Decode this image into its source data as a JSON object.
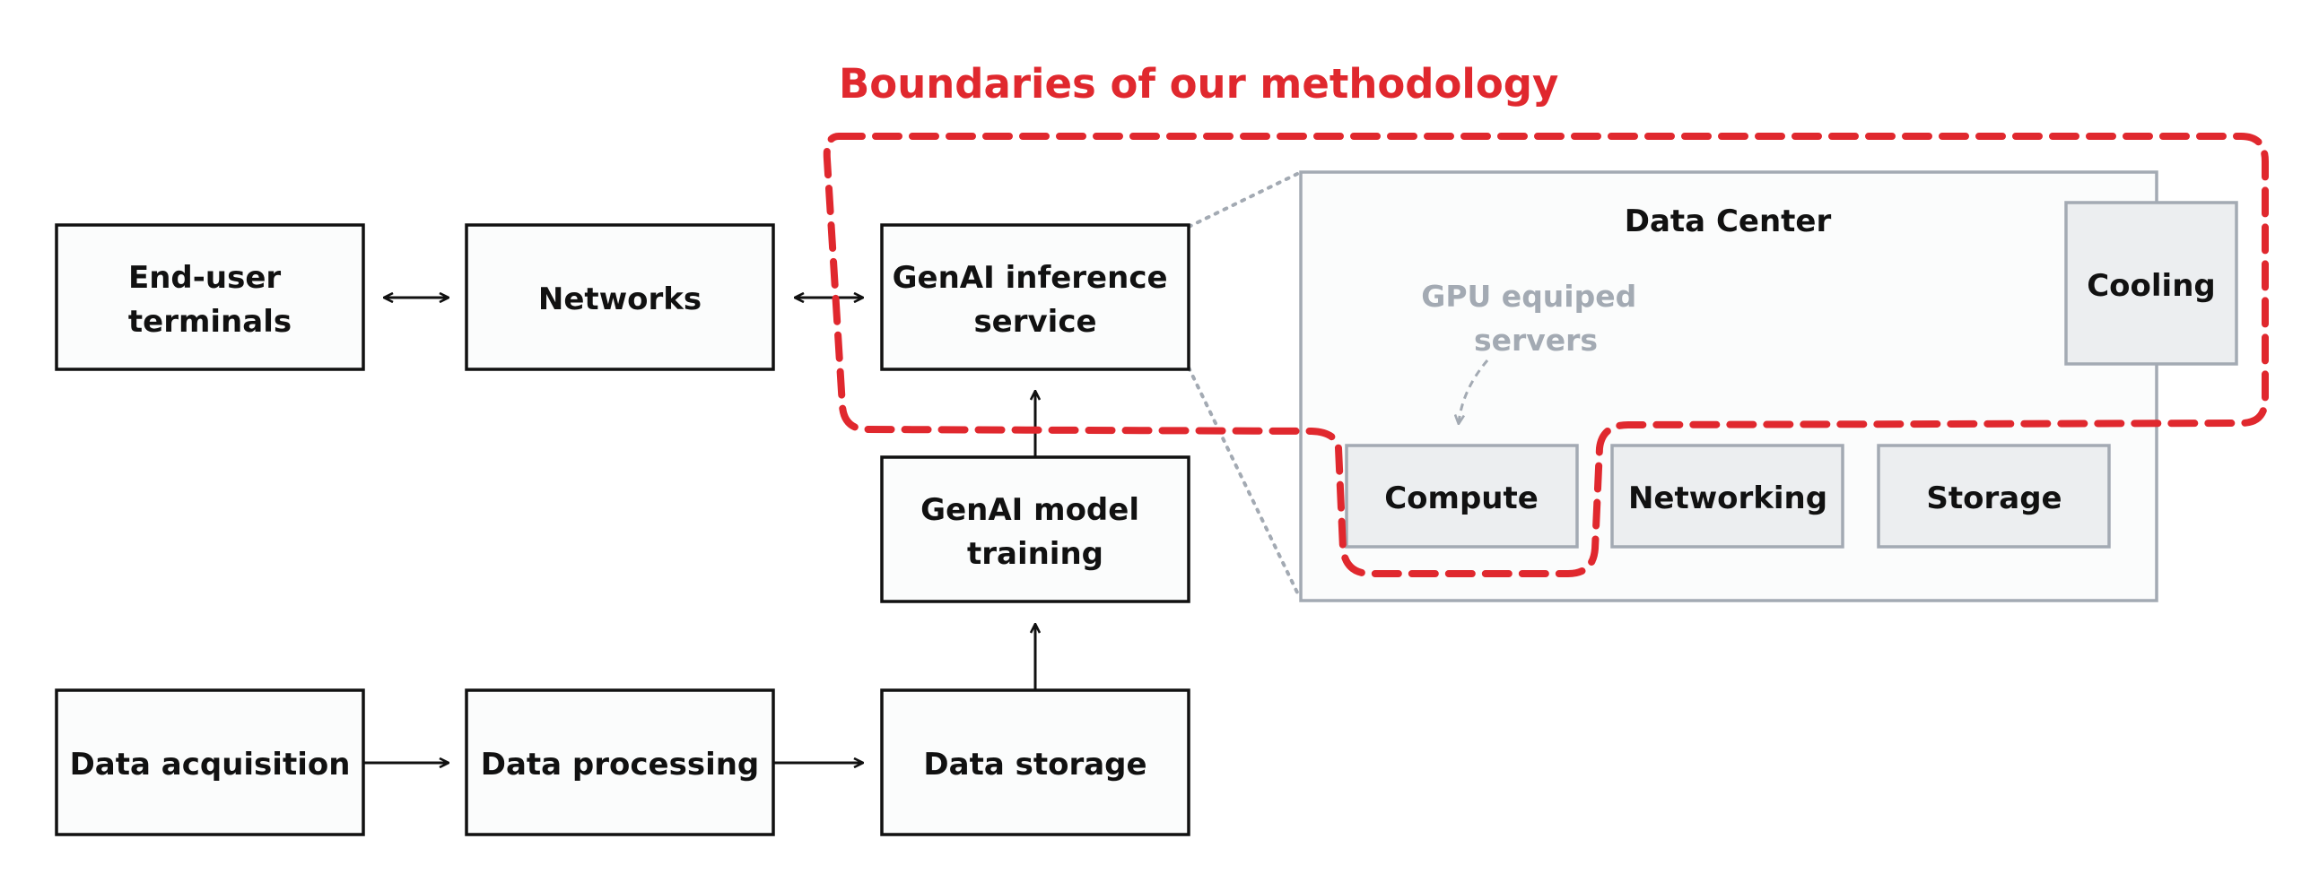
{
  "boundary_title": "Boundaries of our methodology",
  "boxes": {
    "end_user": [
      "End-user",
      "terminals"
    ],
    "networks": [
      "Networks"
    ],
    "inference": [
      "GenAI inference",
      "service"
    ],
    "training": [
      "GenAI model",
      "training"
    ],
    "acquisition": [
      "Data acquisition"
    ],
    "processing": [
      "Data processing"
    ],
    "storage_box": [
      "Data storage"
    ]
  },
  "data_center": {
    "title": "Data Center",
    "gpu_note": [
      "GPU equiped",
      "servers"
    ],
    "components": {
      "cooling": "Cooling",
      "compute": "Compute",
      "networking": "Networking",
      "storage": "Storage"
    }
  },
  "colors": {
    "boundary": "#e0282e",
    "dc_border": "#a3aab3",
    "component_fill": "#eceef0",
    "box_fill": "#fbfcfc"
  }
}
